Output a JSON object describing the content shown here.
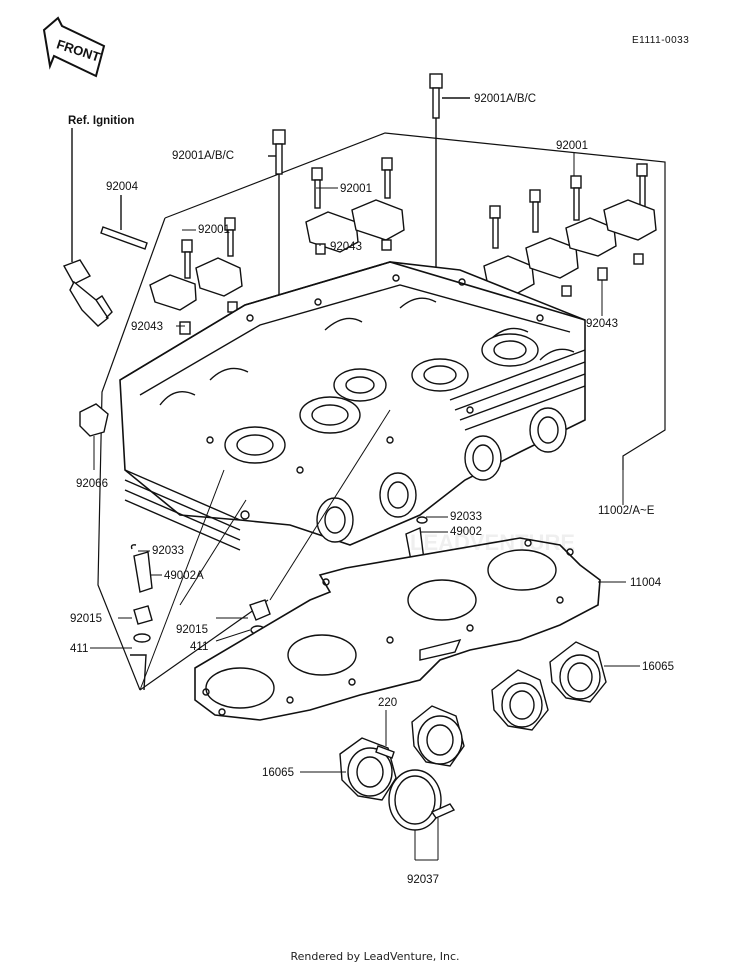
{
  "diagram": {
    "code": "E1111-0033",
    "front_badge": "FRONT",
    "ref_label": "Ref. Ignition",
    "watermark": "LEADVENTURE",
    "footer": "Rendered by LeadVenture, Inc."
  },
  "labels": {
    "p92001abc_top": "92001A/B/C",
    "p92001abc_left": "92001A/B/C",
    "p92001_right": "92001",
    "p92001_mid": "92001",
    "p92001_left": "92001",
    "p92004": "92004",
    "p92043_mid": "92043",
    "p92043_left": "92043",
    "p92043_right": "92043",
    "p92066": "92066",
    "p11002": "11002/A~E",
    "p92033_right": "92033",
    "p49002": "49002",
    "p92033_left": "92033",
    "p49002a": "49002A",
    "p11004": "11004",
    "p92015_left": "92015",
    "p92015_mid": "92015",
    "p411_left": "411",
    "p411_mid": "411",
    "p16065_right": "16065",
    "p220": "220",
    "p16065_left": "16065",
    "p92037": "92037"
  }
}
